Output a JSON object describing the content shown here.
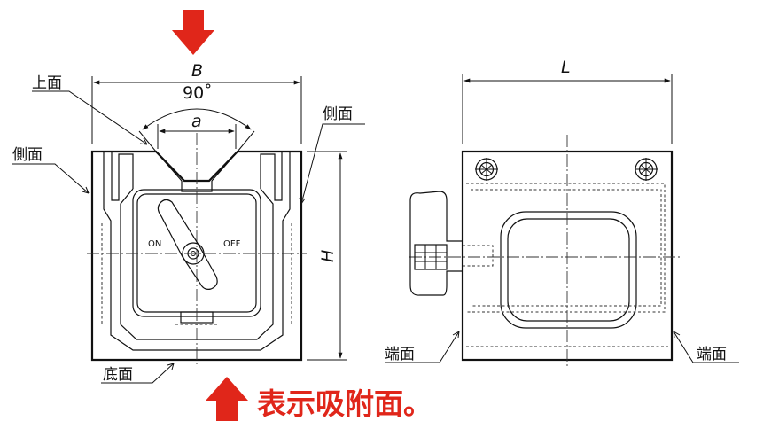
{
  "labels": {
    "top_face": "上面",
    "side_face_left": "側面",
    "side_face_right": "側面",
    "bottom_face": "底面",
    "end_face_left": "端面",
    "end_face_right": "端面"
  },
  "dimensions": {
    "B": "B",
    "a": "a",
    "H": "H",
    "L": "L",
    "angle": "90˚"
  },
  "switch": {
    "on": "ON",
    "off": "OFF"
  },
  "legend": {
    "text": "表示吸附面。"
  },
  "colors": {
    "accent": "#e0261a",
    "line": "#111111"
  },
  "icons": {
    "top_arrow": "arrow-down-icon",
    "legend_arrow": "arrow-up-icon"
  }
}
